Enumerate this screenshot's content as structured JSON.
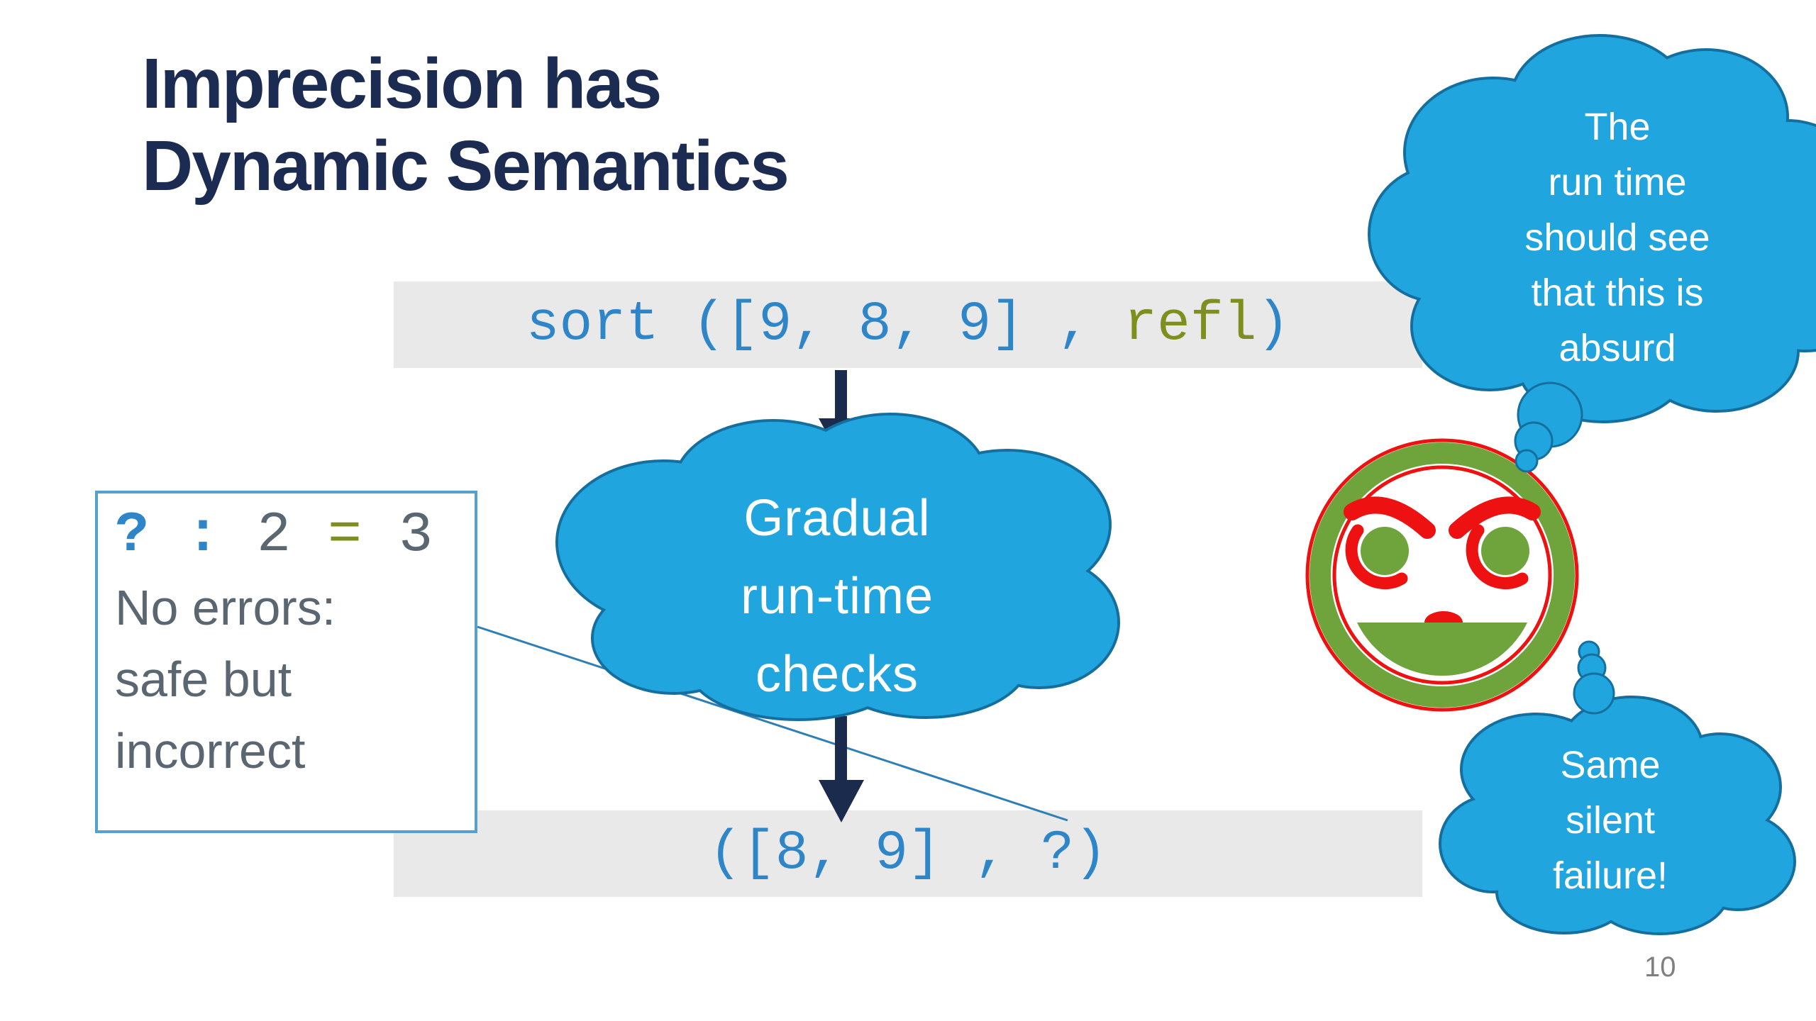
{
  "slide": {
    "page_number": "10"
  },
  "title": {
    "line1": "Imprecision has",
    "line2": "Dynamic Semantics"
  },
  "code_top": {
    "tokens": [
      {
        "text": "sort ([9, 8, 9] , "
      },
      {
        "text": "refl"
      },
      {
        "text": ")"
      }
    ]
  },
  "code_bottom": {
    "text": "([8, 9] , ?)"
  },
  "annotation": {
    "expr_tokens": [
      {
        "text": "? : "
      },
      {
        "text": "2 "
      },
      {
        "text": "= "
      },
      {
        "text": "3"
      }
    ],
    "lines": [
      "No errors:",
      "safe but",
      "incorrect"
    ]
  },
  "process_cloud": {
    "lines": [
      "Gradual",
      "run-time",
      "checks"
    ]
  },
  "thought_top": {
    "lines": [
      "The",
      "run time",
      "should see",
      "that this is",
      "absurd"
    ]
  },
  "thought_bottom": {
    "lines": [
      "Same",
      "silent",
      "failure!"
    ]
  },
  "icons": {
    "flow_arrow": "down-arrow",
    "mascot": "angry-smiley-face",
    "thought_trail": "bubble-circles",
    "callout": "thin-line"
  },
  "colors": {
    "navy": "#1C2B51",
    "arrow_navy": "#1B2B4E",
    "accent_blue": "#2E86C8",
    "olive": "#7E8F1E",
    "text_gray": "#5A6670",
    "box_gray": "#E9E9E9",
    "border_blue": "#54A0CF",
    "callout_blue": "#2E7FB5",
    "cloud_blue": "#21A5DE",
    "cloud_stroke": "#156F9E",
    "cloud_text": "#FFFFFF",
    "face_red": "#EE1111",
    "face_green": "#6FA33C",
    "page_gray": "#7F7F7F"
  }
}
